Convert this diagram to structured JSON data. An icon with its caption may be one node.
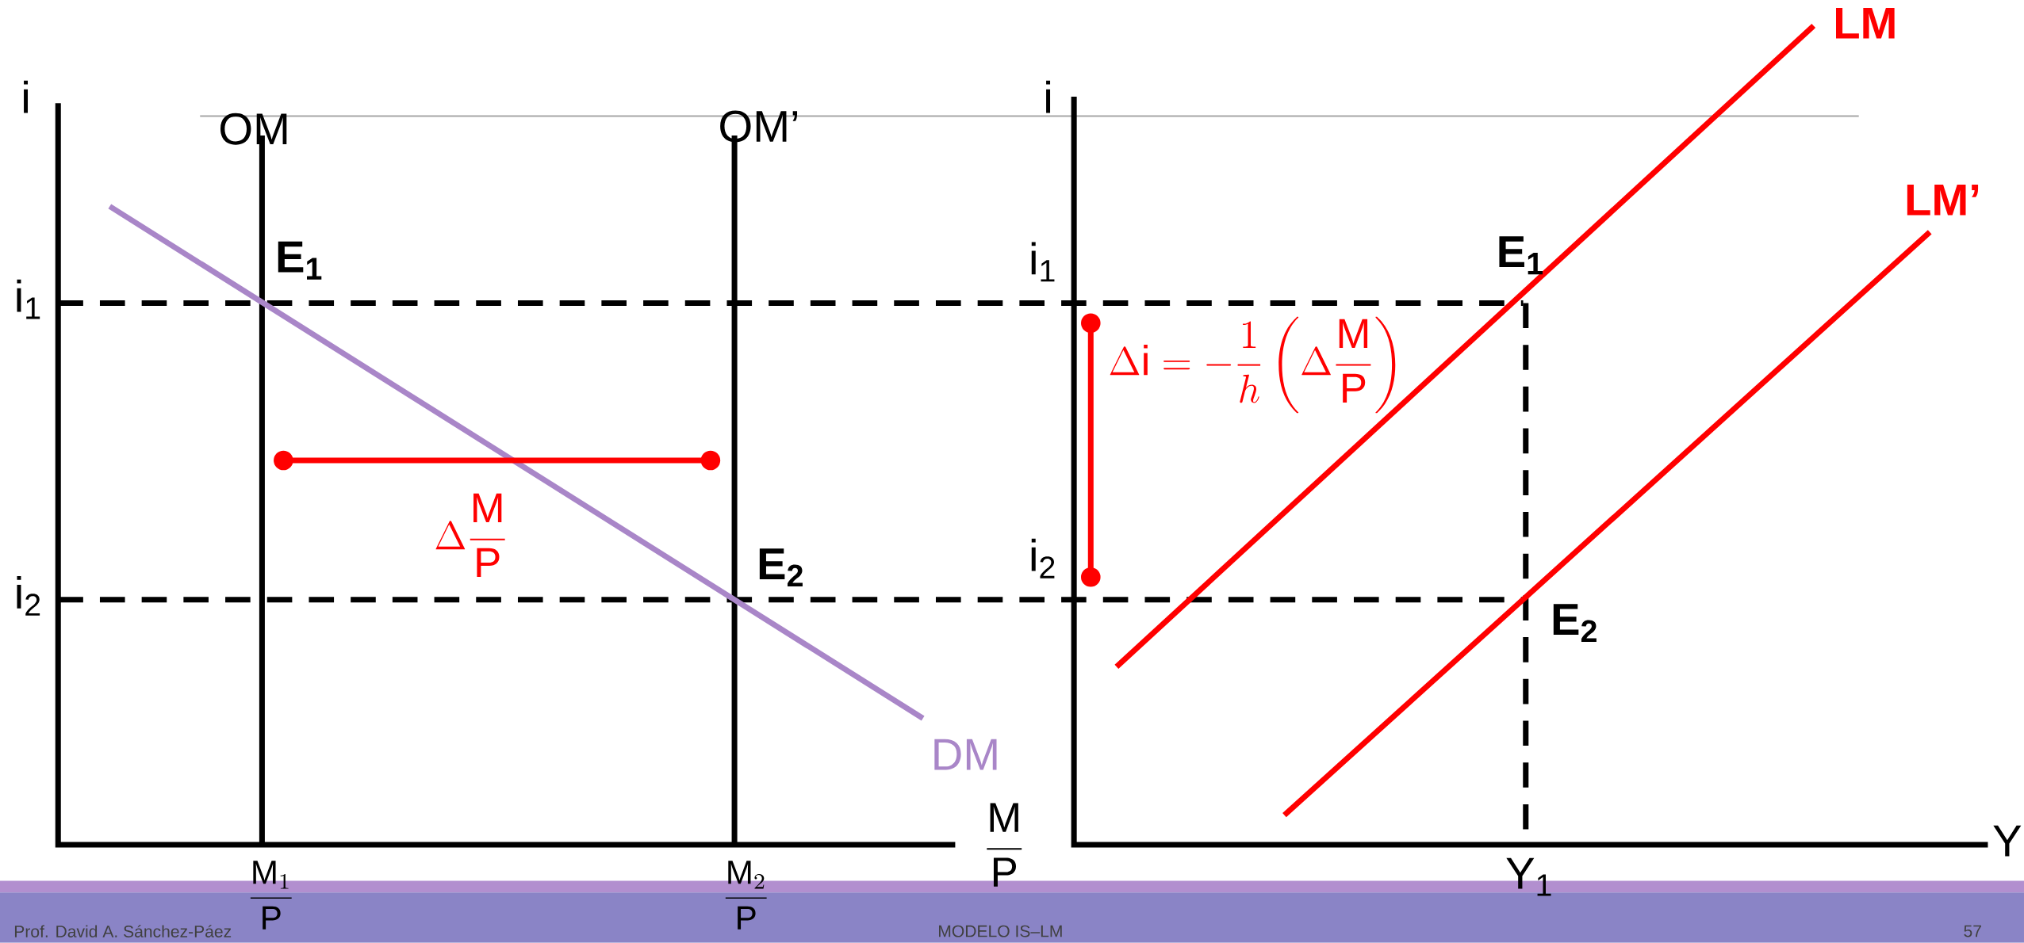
{
  "diagram": {
    "labels": [
      "LM",
      "i",
      "OM",
      "OM’",
      "i",
      "LM’",
      "i$_{1}$",
      "E$_{1}$",
      "i$_{1}$",
      "E$_{1}$",
      "\\Delta \\mathrm{i} = -\\frac{1}{h}\\left(\\Delta\\frac{\\mathrm{M}}{\\mathrm{P}}\\right)",
      "\\Delta \\frac{\\mathrm{M}}{\\mathrm{P}}",
      "i$_{2}$",
      "E$_{2}$",
      "i$_{2}$",
      "E$_{2}$",
      "DM",
      "\\frac{\\mathrm{M}}{\\mathrm{P}}",
      "Y",
      "Y$_{1}$",
      "\\frac{\\mathrm{M}_1}{\\mathrm{P}}",
      "\\frac{\\mathrm{M}_2}{\\mathrm{P}}",
      "Prof. David A. Sánchez-Páez",
      "MODELO IS–LM",
      "57"
    ]
  }
}
